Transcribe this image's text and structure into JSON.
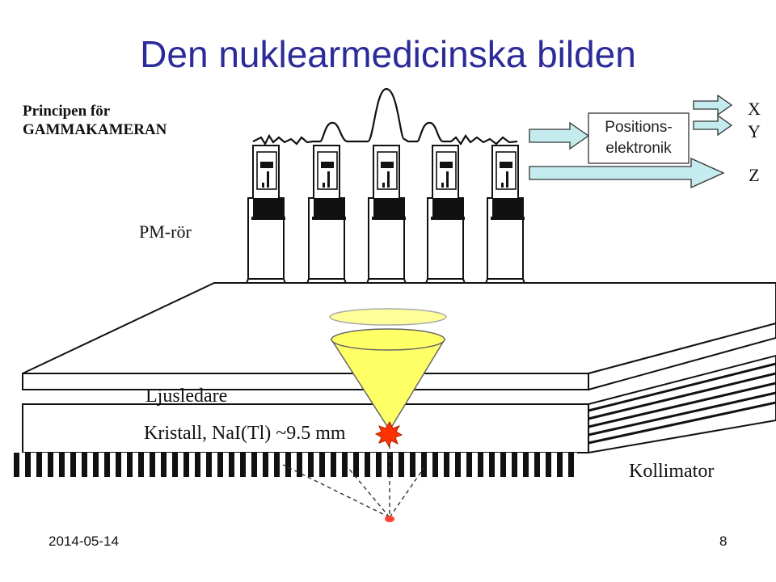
{
  "slide": {
    "title": "Den nuklearmedicinska bilden",
    "subtitle_line1": "Principen för",
    "subtitle_line2": "GAMMAKAMERAN",
    "date": "2014-05-14",
    "page_number": "8"
  },
  "diagram": {
    "pm_label": "PM-rör",
    "electronics_line1": "Positions-",
    "electronics_line2": "elektronik",
    "outputs": [
      "X",
      "Y",
      "Z"
    ],
    "lightguide_label": "Ljusledare",
    "crystal_label": "Kristall, NaI(Tl) ~9.5 mm",
    "collimator_label": "Kollimator"
  },
  "colors": {
    "title": "#2b2b9a",
    "arrow_fill": "#c4ecee",
    "cone_fill": "#ffff66",
    "scintillation": "#ff3300",
    "source_dot": "#ff4433"
  }
}
